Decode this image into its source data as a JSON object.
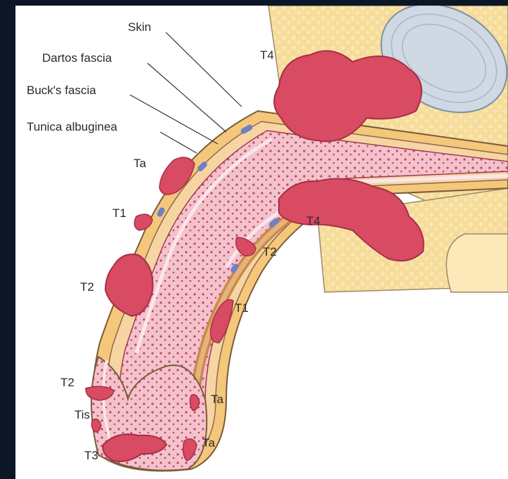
{
  "labels": {
    "skin": "Skin",
    "dartos": "Dartos fascia",
    "bucks": "Buck's fascia",
    "tunica": "Tunica albuginea"
  },
  "stages": {
    "t4_top": "T4",
    "t4_bottom": "T4",
    "ta_upper": "Ta",
    "t1_dorsal": "T1",
    "t2_ventral": "T2",
    "t2_dorsal": "T2",
    "t1_ventral": "T1",
    "t2_glans": "T2",
    "tis": "Tis",
    "ta_glans_right": "Ta",
    "ta_meatus": "Ta",
    "t3": "T3"
  },
  "colors": {
    "fat": "#f6dc98",
    "skin_band": "#f4c77a",
    "tumor": "#d94a63",
    "tissue": "#f1bcc6",
    "bladder": "#cfd8e3"
  }
}
